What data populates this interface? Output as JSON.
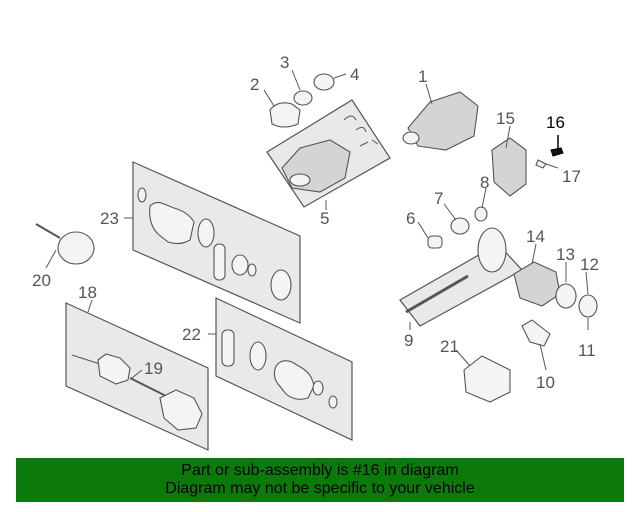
{
  "callouts": {
    "n1": "1",
    "n2": "2",
    "n3": "3",
    "n4": "4",
    "n5": "5",
    "n6": "6",
    "n7": "7",
    "n8": "8",
    "n9": "9",
    "n10": "10",
    "n11": "11",
    "n12": "12",
    "n13": "13",
    "n14": "14",
    "n15": "15",
    "n16": "16",
    "n17": "17",
    "n18": "18",
    "n19": "19",
    "n20": "20",
    "n21": "21",
    "n22": "22",
    "n23": "23"
  },
  "highlighted_part": "16",
  "banner": {
    "line1": "Part or sub-assembly is #16 in diagram",
    "line2": "Diagram may not be specific to your vehicle",
    "color": "#0b7a0b"
  }
}
